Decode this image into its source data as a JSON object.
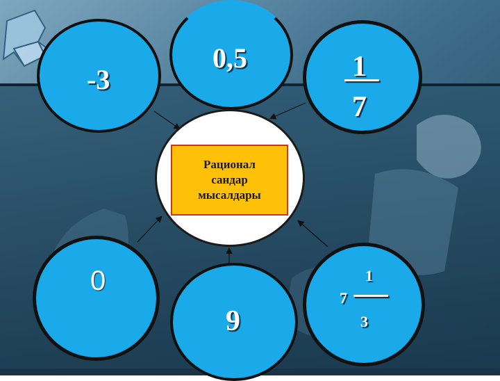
{
  "center": {
    "text": "Рационал\nсандар\nмысалдары"
  },
  "examples": {
    "neg_three": "-3",
    "half": "0,5",
    "frac_num": "1",
    "frac_den": "7",
    "zero": "0",
    "nine": "9",
    "mixed_whole": "7",
    "mixed_num": "1",
    "mixed_den": "3"
  },
  "colors": {
    "bubble": "#1aa9e9",
    "label_fill": "#fec107",
    "label_border": "#c0392b"
  }
}
